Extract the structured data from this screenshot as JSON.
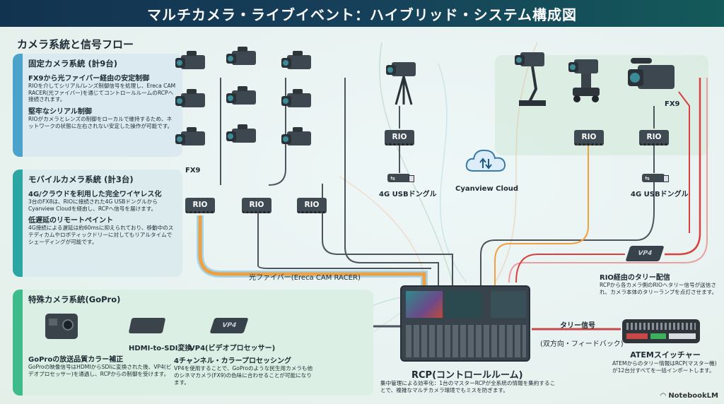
{
  "title": "マルチカメラ・ライブイベント：ハイブリッド・システム構成図",
  "section_heading": "カメラ系統と信号フロー",
  "panels": {
    "fixed": {
      "title": "固定カメラ系統 (計9台)",
      "items": [
        {
          "heading": "FX9から光ファイバー経由の安定制御",
          "text": "RIOを介してシリアル/レンズ制御信号を処理し、Ereca CAM RACER(光ファイバー)を通じてコントロールルームのRCPへ接続されます。"
        },
        {
          "heading": "堅牢なシリアル制御",
          "text": "RIOがカメラとレンズの制御をローカルで維持するため、ネットワークの状態に左右されない安定した操作が可能です。"
        }
      ]
    },
    "mobile": {
      "title": "モバイルカメラ系統 (計3台)",
      "items": [
        {
          "heading": "4G/クラウドを利用した完全ワイヤレス化",
          "text": "3台のFX8は、RIOに接続された4G USBドングルからCyanview Cloudを経由し、RCPへ信号を届けます。"
        },
        {
          "heading": "低遅延のリモートペイント",
          "text": "4G接続による遅延は約60msに抑えられており、移動中のステディカムやロボティックドリーに対してもリアルタイムでシェーディングが可能です。"
        }
      ]
    },
    "special": {
      "title": "特殊カメラ系統(GoPro)",
      "items": [
        {
          "heading": "GoProの放送品質カラー補正",
          "text": "GoProの映像信号はHDMIからSDIに変換された後、VP4(ビデオプロセッサー)を通過し、RCPからの制御を受けます。"
        },
        {
          "heading": "4チャンネル・カラープロセッシング",
          "text": "VP4を使用することで、GoProのような民生用カメラも他のシネマカメラ(FX9)の色味に合わせることが可能になります。"
        }
      ]
    }
  },
  "labels": {
    "fx9_left": "FX9",
    "fx9_right": "FX9",
    "rio": "RIO",
    "fiber": "光ファイバー(Ereca CAM RACER)",
    "dongle_left": "4G USBドングル",
    "dongle_right": "4G USBドングル",
    "cloud": "Cyanview Cloud",
    "hdmi_sdi": "HDMI-to-SDI変換",
    "vp4_label": "VP4(ビデオプロセッサー)",
    "vp4_device": "VP4",
    "tally_signal": "タリー信号",
    "tally_sub": "(双方向・フィードバック)"
  },
  "rcp": {
    "title": "RCP(コントロールルーム)",
    "text": "集中管理による効率化：1台のマスターRCPが全系統の情報を集約することで、複雑なマルチカメラ環境でもミスを防ぎます。"
  },
  "tally": {
    "title": "RIO経由のタリー配信",
    "text": "RCPから各カメラ側のRIOへタリー信号が送信され、カメラ本体のタリーランプを点灯させます。"
  },
  "atem": {
    "title": "ATEMスイッチャー",
    "text": "ATEMからのタリー情報はRCP(マスター機)が12台分すべてを一括インポートします。"
  },
  "branding": "NotebookLM",
  "colors": {
    "fiber_orange": "#f0a040",
    "fiber_blue": "#5ab8e8",
    "tally_red": "#d9413e",
    "title_bg": "#16405a"
  }
}
